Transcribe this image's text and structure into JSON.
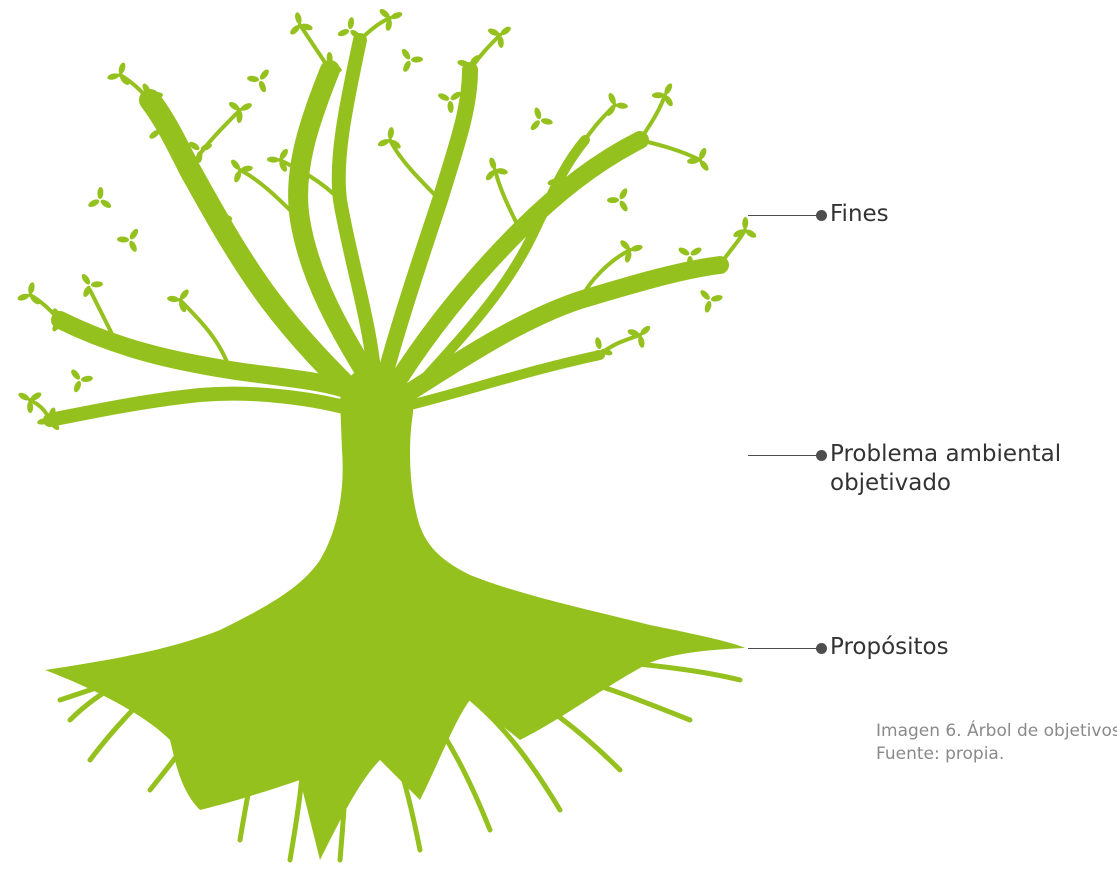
{
  "colors": {
    "tree": "#95c11f",
    "callout_line": "#4d4d4d",
    "label_text": "#333333",
    "caption_text": "#8a8a8a"
  },
  "callouts": {
    "fines": "Fines",
    "problema_line1": "Problema ambiental",
    "problema_line2": "objetivado",
    "propositos": "Propósitos"
  },
  "caption": {
    "line1": "Imagen 6. Árbol de objetivos.",
    "line2": "Fuente: propia."
  }
}
